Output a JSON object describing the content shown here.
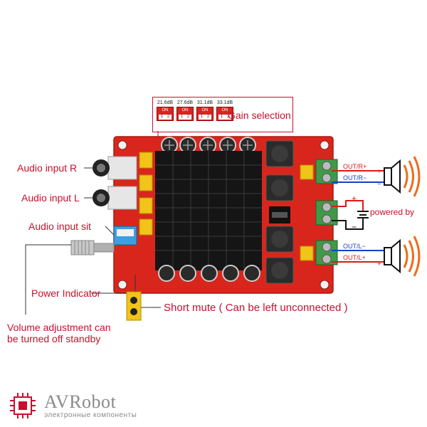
{
  "gain_selection": {
    "label": "Gain selection",
    "options": [
      {
        "value": "21.6dB",
        "state": "ON"
      },
      {
        "value": "27.6dB",
        "state": "ON"
      },
      {
        "value": "31.1dB",
        "state": "ON"
      },
      {
        "value": "33.1dB",
        "state": "ON"
      }
    ],
    "switch_numbers": [
      "1",
      "2"
    ]
  },
  "callouts": {
    "audio_input_r": "Audio input R",
    "audio_input_l": "Audio input L",
    "audio_input_sit": "Audio input sit",
    "power_indicator": "Power Indicator",
    "volume_adjustment": "Volume adjustment can be turned off standby",
    "short_mute": "Short mute ( Can be left unconnected )",
    "powered_by": "powered by"
  },
  "outputs": {
    "right_plus": "OUT/R+",
    "right_minus": "OUT/R−",
    "left_minus": "OUT/L−",
    "left_plus": "OUT/L+"
  },
  "power_symbols": {
    "plus": "+",
    "minus": "−"
  },
  "colors": {
    "accent_red": "#c8102e",
    "pcb_red": "#d9261c",
    "heatsink": "#151515",
    "wire_red": "#e01818",
    "wire_blue": "#1a3ec8",
    "capacitor_yellow": "#f0c419",
    "terminal_green": "#3f9a48",
    "logo_grey": "#8a8a8a"
  },
  "logo": {
    "name": "AVRobot",
    "subtitle": "электронные компоненты"
  }
}
